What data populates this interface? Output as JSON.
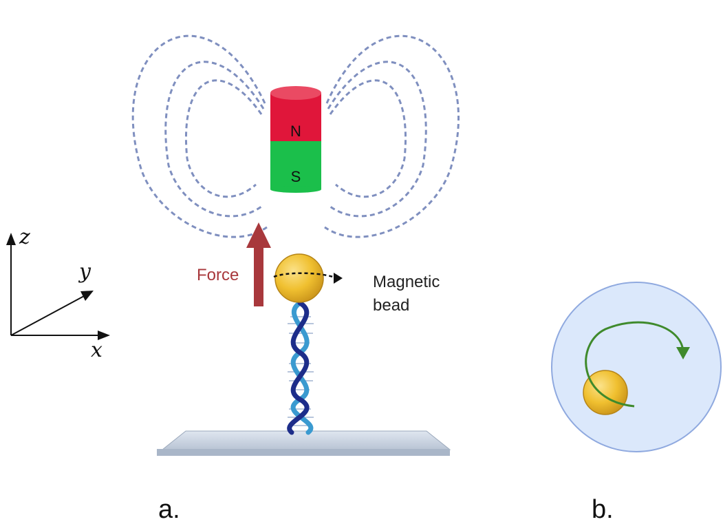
{
  "magnet": {
    "north": "N",
    "south": "S",
    "north_color": "#e0163a",
    "south_color": "#1bbf4b"
  },
  "labels": {
    "force": "Force",
    "bead_line1": "Magnetic",
    "bead_line2": "bead",
    "panel_a": "a.",
    "panel_b": "b."
  },
  "axes": {
    "x": "x",
    "y": "y",
    "z": "z"
  },
  "colors": {
    "force_arrow": "#a8383c",
    "bead": "#f0c030",
    "field_lines": "#7f8fbf",
    "dna_dark": "#1d2d8a",
    "dna_light": "#3a9ad0",
    "rotation_arrow": "#3f8a2c",
    "well_fill": "#dbe8fb"
  }
}
